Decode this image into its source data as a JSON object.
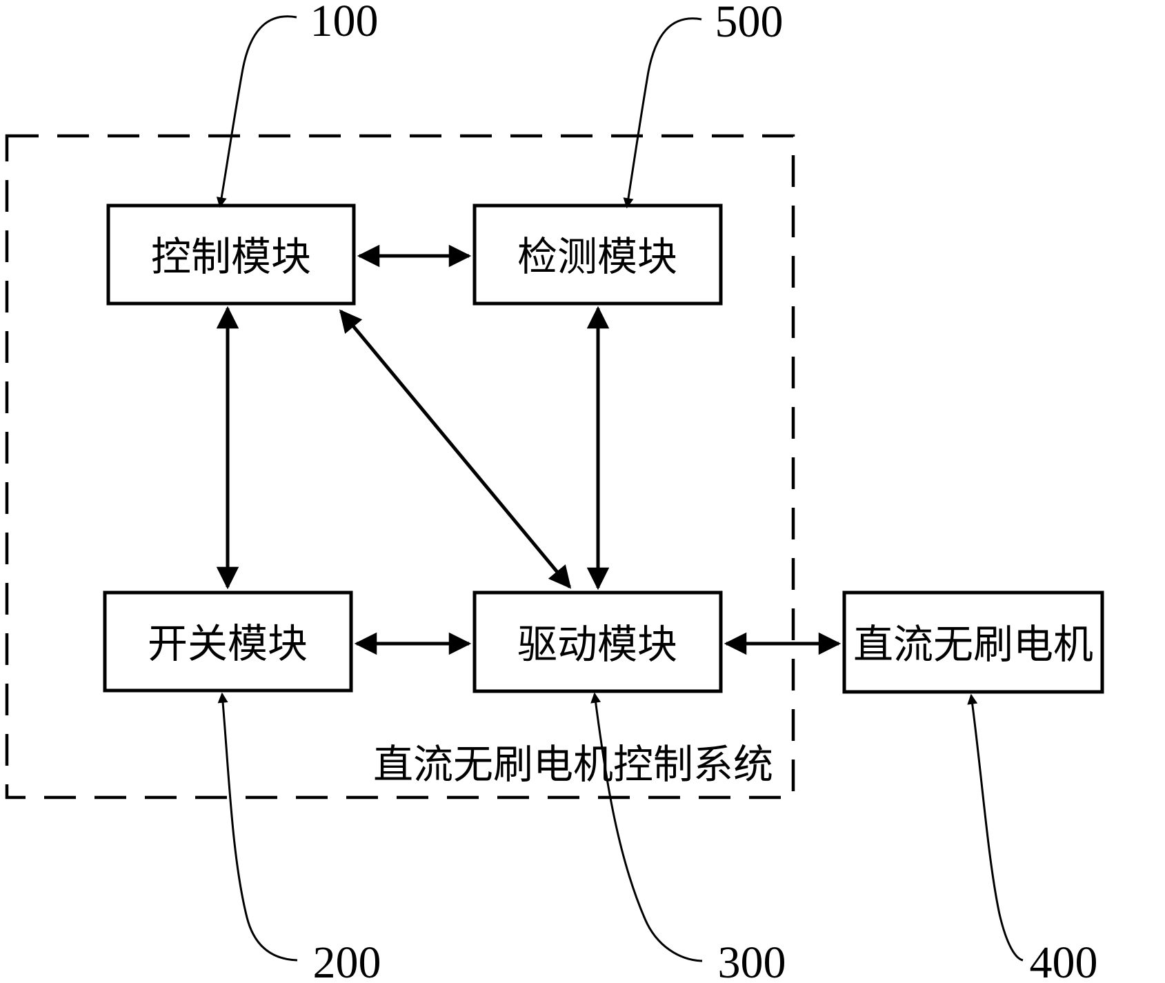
{
  "figure": {
    "type": "block-diagram",
    "colors": {
      "background": "#ffffff",
      "ink": "#000000"
    },
    "system": {
      "label": "直流无刷电机控制系统"
    },
    "modules": {
      "control": {
        "label": "控制模块",
        "ref": "100"
      },
      "detection": {
        "label": "检测模块",
        "ref": "500"
      },
      "switch": {
        "label": "开关模块",
        "ref": "200"
      },
      "drive": {
        "label": "驱动模块",
        "ref": "300"
      },
      "motor": {
        "label": "直流无刷电机",
        "ref": "400"
      }
    },
    "connections": [
      {
        "from": "控制模块",
        "to": "检测模块",
        "type": "bidirectional"
      },
      {
        "from": "控制模块",
        "to": "开关模块",
        "type": "bidirectional"
      },
      {
        "from": "控制模块",
        "to": "驱动模块",
        "type": "bidirectional"
      },
      {
        "from": "检测模块",
        "to": "驱动模块",
        "type": "bidirectional"
      },
      {
        "from": "开关模块",
        "to": "驱动模块",
        "type": "bidirectional"
      },
      {
        "from": "驱动模块",
        "to": "直流无刷电机",
        "type": "bidirectional"
      }
    ]
  }
}
